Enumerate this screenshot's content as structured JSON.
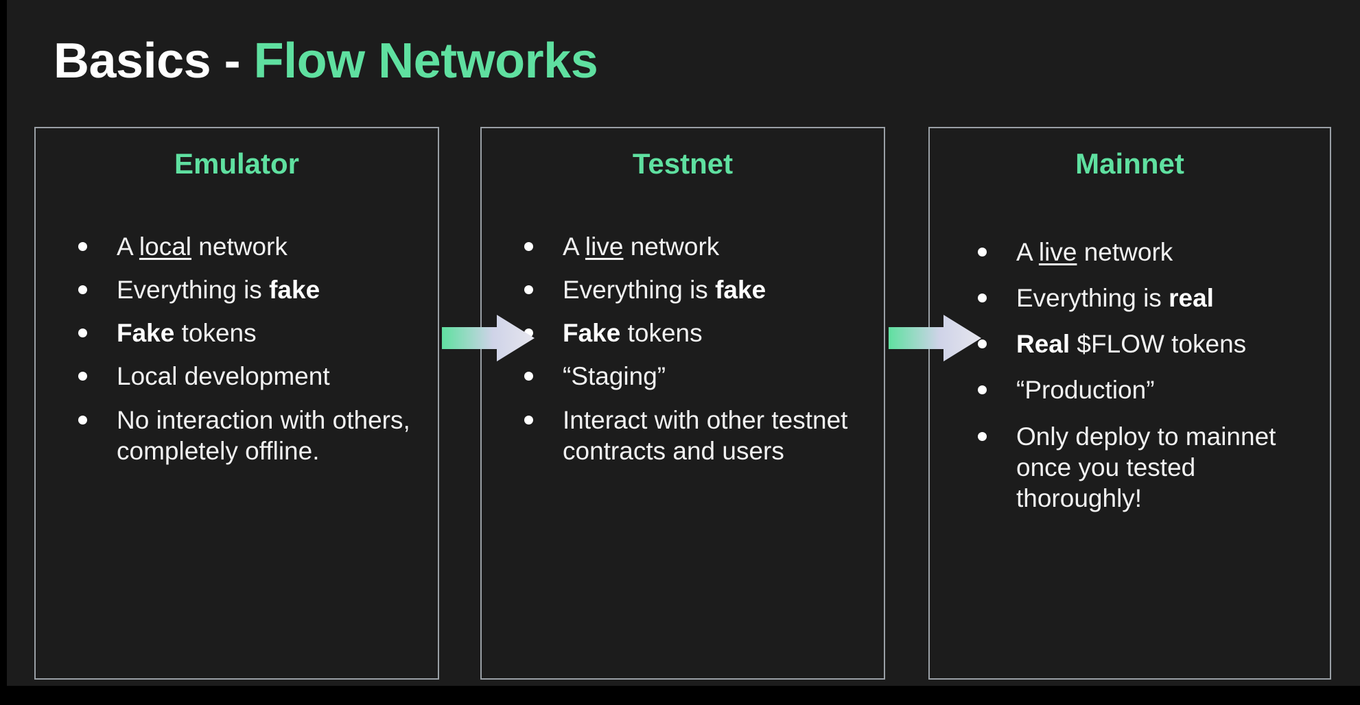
{
  "slide": {
    "title_plain": "Basics - ",
    "title_accent": "Flow Networks",
    "accent_color": "#5fe0a0",
    "background_color": "#1c1c1c",
    "columns": [
      {
        "title": "Emulator",
        "bullets": [
          "A local network",
          "Everything is fake",
          "Fake tokens",
          "Local development",
          "No interaction with others, completely offline."
        ]
      },
      {
        "title": "Testnet",
        "bullets": [
          "A live network",
          "Everything is fake",
          "Fake tokens",
          "“Staging”",
          "Interact with other testnet contracts and users"
        ]
      },
      {
        "title": "Mainnet",
        "bullets": [
          "A live network",
          "Everything is real",
          "Real $FLOW tokens",
          "“Production”",
          "Only deploy to mainnet once you tested thoroughly!"
        ]
      }
    ],
    "arrows": [
      {
        "name": "arrow-emulator-to-testnet"
      },
      {
        "name": "arrow-testnet-to-mainnet"
      }
    ]
  }
}
